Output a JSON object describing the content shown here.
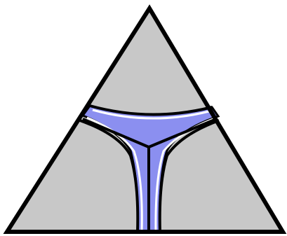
{
  "colors": {
    "background": "#ffffff",
    "region_fill": "#c8c8c8",
    "band_fill": "#8b8ff0",
    "band_edge": "#ffffff",
    "stroke": "#000000"
  },
  "diagram": {
    "shape": "triangle",
    "regions": [
      {
        "name": "top-region"
      },
      {
        "name": "left-region"
      },
      {
        "name": "right-region"
      }
    ],
    "band": {
      "name": "y-shaped-band",
      "arms": 3
    }
  }
}
